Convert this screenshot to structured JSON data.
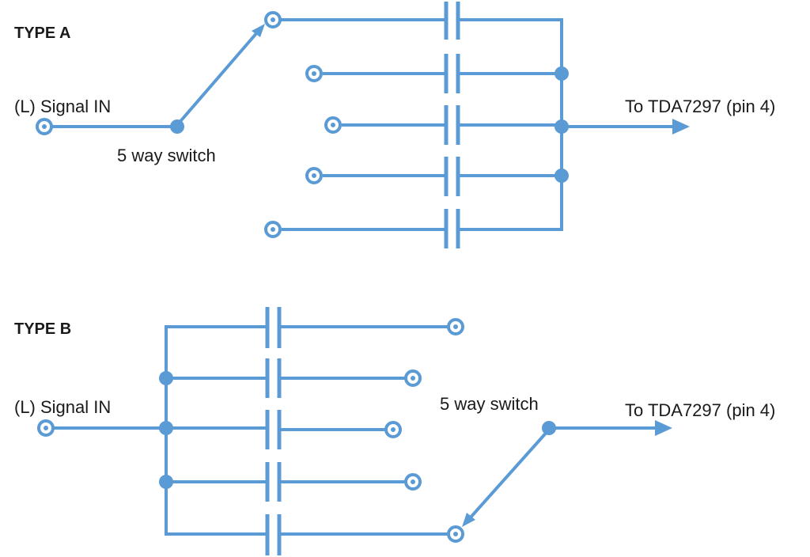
{
  "type_a": {
    "title": "TYPE A",
    "input_label": "(L) Signal IN",
    "switch_label": "5 way switch",
    "output_label": "To TDA7297 (pin 4)"
  },
  "type_b": {
    "title": "TYPE B",
    "input_label": "(L) Signal IN",
    "switch_label": "5 way switch",
    "output_label": "To TDA7297 (pin 4)"
  },
  "colors": {
    "wire": "#5b9bd5",
    "text": "#1a1a1a",
    "background": "#ffffff"
  }
}
